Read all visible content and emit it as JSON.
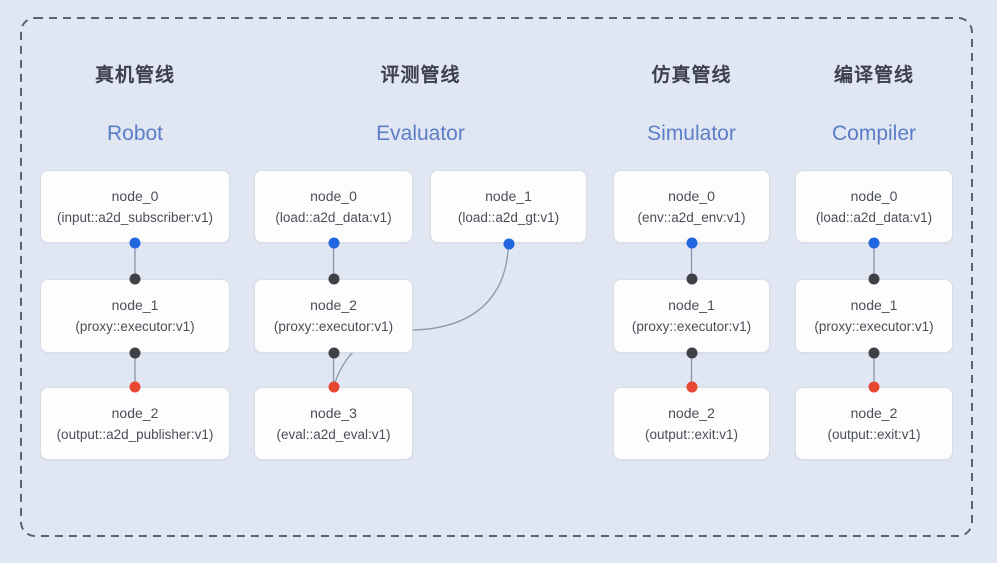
{
  "colors": {
    "bg": "#e1e6f3",
    "dash": "#5d636e",
    "card-bg": "#fdfdfe",
    "card-border": "#d8dce6",
    "title": "#3b404b",
    "subtitle": "#5b7ec6",
    "node-text": "#4a4e57",
    "edge": "#8d95a8",
    "dot-blue": "#2166dd",
    "dot-black": "#3e4146",
    "dot-red": "#e94633"
  },
  "ports": {
    "input_color_name": "blue-input-port",
    "mid_color_name": "black-port",
    "output_color_name": "red-output-port"
  },
  "pipelines": [
    {
      "title_zh": "真机管线",
      "title_en": "Robot",
      "nodes": [
        {
          "name": "node_0",
          "type": "(input::a2d_subscriber:v1)"
        },
        {
          "name": "node_1",
          "type": "(proxy::executor:v1)"
        },
        {
          "name": "node_2",
          "type": "(output::a2d_publisher:v1)"
        }
      ]
    },
    {
      "title_zh": "评测管线",
      "title_en": "Evaluator",
      "nodes": [
        {
          "name": "node_0",
          "type": "(load::a2d_data:v1)"
        },
        {
          "name": "node_1",
          "type": "(load::a2d_gt:v1)"
        },
        {
          "name": "node_2",
          "type": "(proxy::executor:v1)"
        },
        {
          "name": "node_3",
          "type": "(eval::a2d_eval:v1)"
        }
      ]
    },
    {
      "title_zh": "仿真管线",
      "title_en": "Simulator",
      "nodes": [
        {
          "name": "node_0",
          "type": "(env::a2d_env:v1)"
        },
        {
          "name": "node_1",
          "type": "(proxy::executor:v1)"
        },
        {
          "name": "node_2",
          "type": "(output::exit:v1)"
        }
      ]
    },
    {
      "title_zh": "编译管线",
      "title_en": "Compiler",
      "nodes": [
        {
          "name": "node_0",
          "type": "(load::a2d_data:v1)"
        },
        {
          "name": "node_1",
          "type": "(proxy::executor:v1)"
        },
        {
          "name": "node_2",
          "type": "(output::exit:v1)"
        }
      ]
    }
  ]
}
